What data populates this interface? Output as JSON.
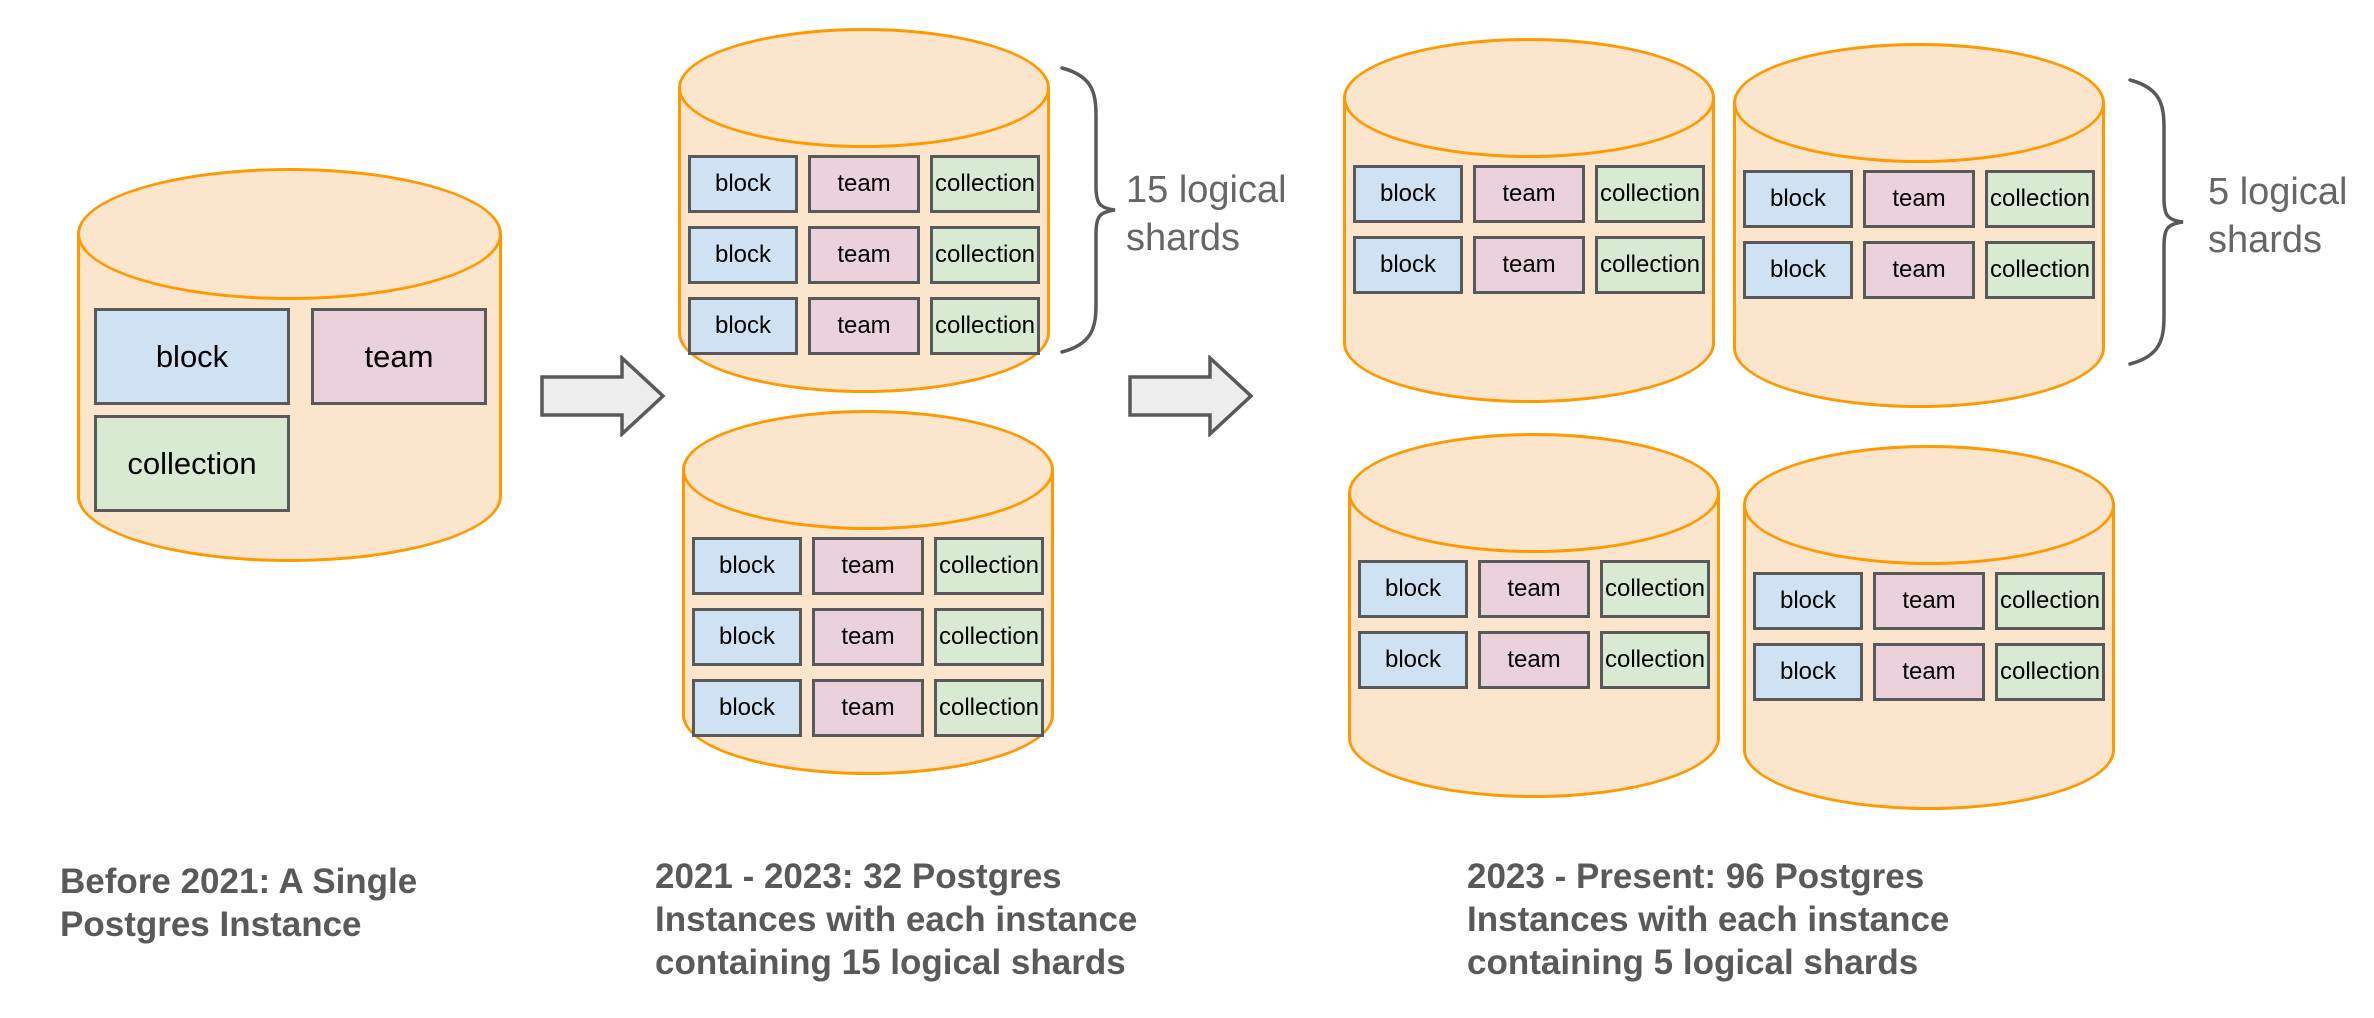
{
  "tables": {
    "block": {
      "label": "block",
      "fill": "#cfe2f3"
    },
    "team": {
      "label": "team",
      "fill": "#ead1dc"
    },
    "collection": {
      "label": "collection",
      "fill": "#d9ead3"
    }
  },
  "colors": {
    "cylinder_fill": "#fce5cd",
    "cylinder_stroke": "#ff9900",
    "table_border": "#595959",
    "table_label_text": "#000000",
    "arrow_fill": "#ededed",
    "arrow_stroke": "#595959",
    "caption_text": "#595959",
    "shard_label_text": "#666666",
    "brace_stroke": "#595959"
  },
  "panels": [
    {
      "caption": "Before 2021: A Single\nPostgres Instance",
      "cylinders": [
        {
          "rows": [
            [
              "block",
              "team"
            ],
            [
              "collection"
            ]
          ]
        }
      ]
    },
    {
      "caption": "2021 - 2023: 32 Postgres\nInstances with each instance\ncontaining 15 logical shards",
      "shard_label": "15 logical\nshards",
      "cylinders": [
        {
          "rows": [
            [
              "block",
              "team",
              "collection"
            ],
            [
              "block",
              "team",
              "collection"
            ],
            [
              "block",
              "team",
              "collection"
            ]
          ]
        },
        {
          "rows": [
            [
              "block",
              "team",
              "collection"
            ],
            [
              "block",
              "team",
              "collection"
            ],
            [
              "block",
              "team",
              "collection"
            ]
          ]
        }
      ]
    },
    {
      "caption": "2023 - Present: 96 Postgres\nInstances with each instance\ncontaining 5 logical shards",
      "shard_label": "5 logical\nshards",
      "cylinders": [
        {
          "rows": [
            [
              "block",
              "team",
              "collection"
            ],
            [
              "block",
              "team",
              "collection"
            ]
          ]
        },
        {
          "rows": [
            [
              "block",
              "team",
              "collection"
            ],
            [
              "block",
              "team",
              "collection"
            ]
          ]
        },
        {
          "rows": [
            [
              "block",
              "team",
              "collection"
            ],
            [
              "block",
              "team",
              "collection"
            ]
          ]
        },
        {
          "rows": [
            [
              "block",
              "team",
              "collection"
            ],
            [
              "block",
              "team",
              "collection"
            ]
          ]
        }
      ]
    }
  ]
}
